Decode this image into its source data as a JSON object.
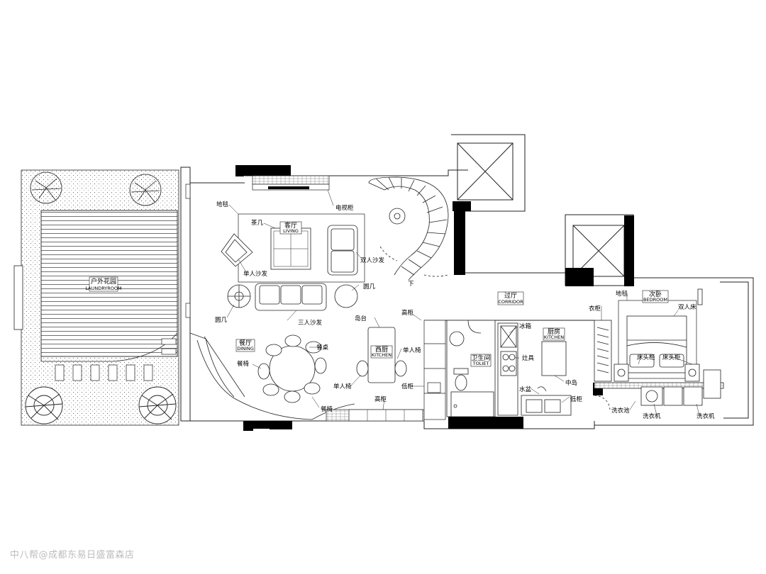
{
  "colors": {
    "wall": "#000000",
    "line": "#222222",
    "hatch": "#555555",
    "bg": "#ffffff",
    "watermark": "#bdbdbd"
  },
  "rooms": {
    "garden": {
      "cn": "户外花园",
      "en": "LAUNDRYROOM"
    },
    "living": {
      "cn": "客厅",
      "en": "LIVING"
    },
    "dining": {
      "cn": "餐厅",
      "en": "DINING"
    },
    "west_kitchen": {
      "cn": "西厨",
      "en": "KITCHEN"
    },
    "toilet": {
      "cn": "卫生间",
      "en": "TOLIET"
    },
    "kitchen": {
      "cn": "厨房",
      "en": "KITCHEN"
    },
    "corridor": {
      "cn": "过厅",
      "en": "CORRIDOR"
    },
    "bedroom": {
      "cn": "次卧",
      "en": "BEDROOM"
    }
  },
  "annotations": {
    "rug_living": "地毯",
    "tv_cabinet": "电视柜",
    "tea_table": "茶几",
    "double_sofa": "双人沙发",
    "single_sofa": "单人沙发",
    "round_table_right": "圆几",
    "round_table_left": "圆几",
    "triple_sofa": "三人沙发",
    "stairs_down": "下",
    "island": "岛台",
    "tall_cabinet_top": "高柜",
    "tall_cabinet_bottom": "高柜",
    "dining_table": "餐桌",
    "dining_chair_left": "餐椅",
    "dining_chair_bottom": "餐椅",
    "single_chair_right": "单人椅",
    "single_chair_left": "单人椅",
    "low_cabinet_left": "低柜",
    "fridge": "冰箱",
    "stove": "灶具",
    "sink": "水盆",
    "center_island": "中岛",
    "low_cabinet_kitchen": "低柜",
    "wardrobe": "衣柜",
    "rug_bedroom": "地毯",
    "double_bed": "双人床",
    "nightstand_left": "床头柜",
    "nightstand_right": "床头柜",
    "laundry_sink": "洗衣池",
    "washer_left": "洗衣机",
    "washer_right": "洗衣机"
  },
  "watermark": "中八帮@成都东易日盛富森店"
}
